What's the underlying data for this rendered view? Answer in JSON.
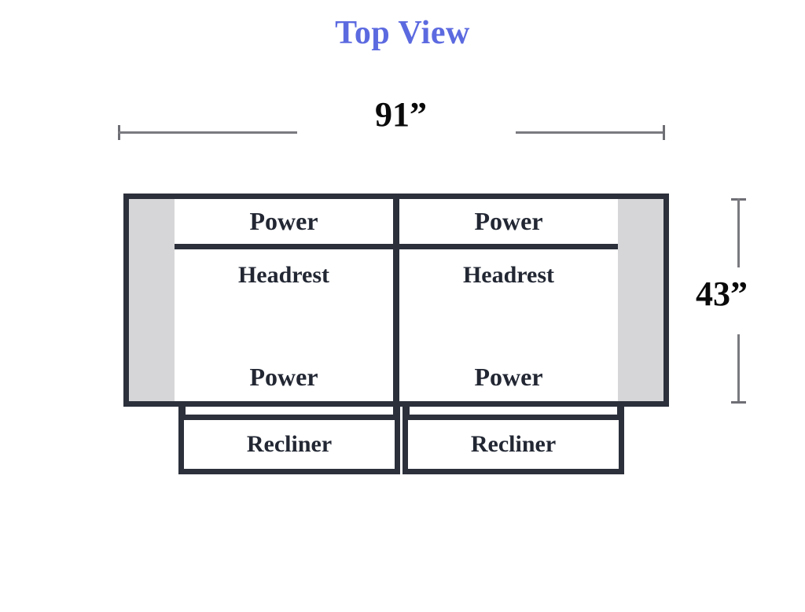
{
  "diagram": {
    "title": "Top View",
    "dimensions": {
      "width_label": "91”",
      "height_label": "43”"
    },
    "colors": {
      "title": "#5c6ae0",
      "frame": "#2b303b",
      "armrest_fill": "#d6d6d8",
      "text": "#222733",
      "dimension_line": "#7a7a80",
      "background": "#ffffff"
    },
    "seats": [
      {
        "position": "left",
        "power_top_label": "Power",
        "headrest_label": "Headrest",
        "power_bottom_label": "Power"
      },
      {
        "position": "right",
        "power_top_label": "Power",
        "headrest_label": "Headrest",
        "power_bottom_label": "Power"
      }
    ],
    "recliners": [
      {
        "position": "left",
        "label": "Recliner"
      },
      {
        "position": "right",
        "label": "Recliner"
      }
    ],
    "armrests": [
      {
        "position": "left"
      },
      {
        "position": "right"
      }
    ]
  }
}
